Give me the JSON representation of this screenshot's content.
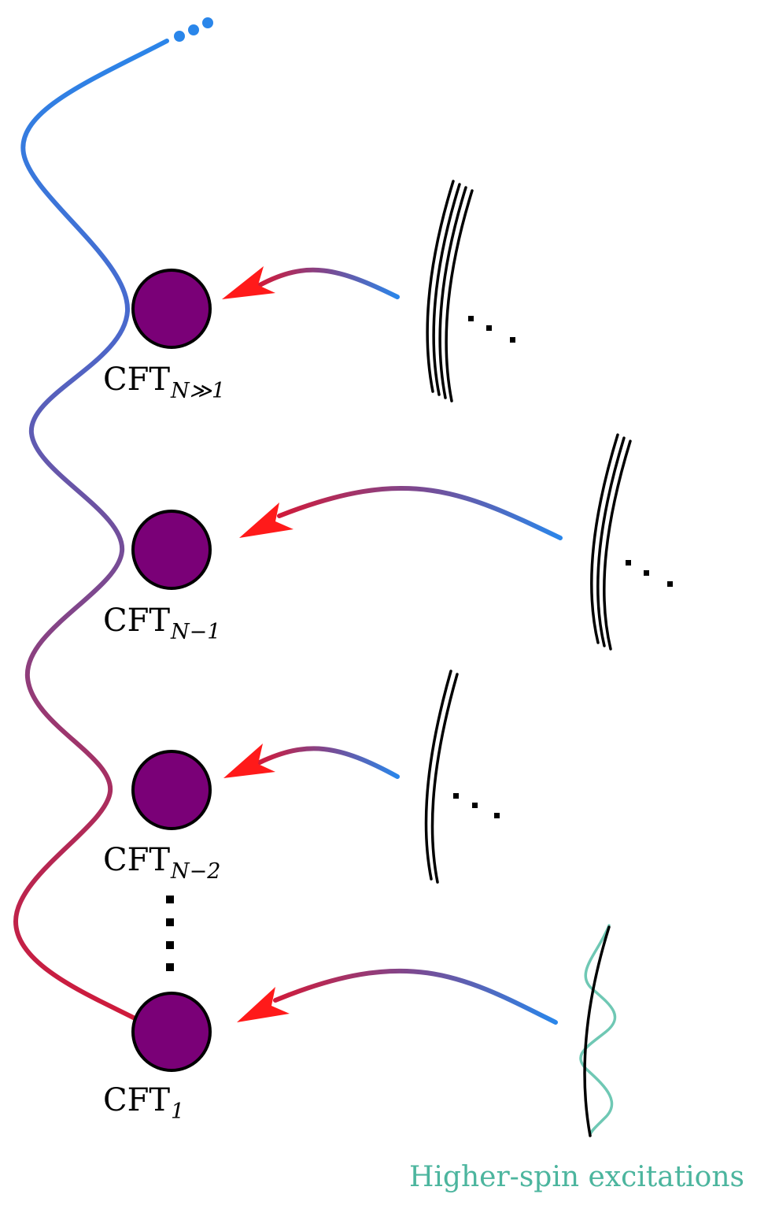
{
  "colors": {
    "node_fill": "#7a0077",
    "string_top": "#2a86ea",
    "string_bottom": "#d01a3a",
    "arrow_head": "#ff1a1a",
    "excitation": "#6fc8b4",
    "caption": "#4cb59e"
  },
  "nodes": [
    {
      "prefix": "CFT",
      "subscript": "N≫1"
    },
    {
      "prefix": "CFT",
      "subscript": "N−1"
    },
    {
      "prefix": "CFT",
      "subscript": "N−2"
    },
    {
      "prefix": "CFT",
      "subscript": "1"
    }
  ],
  "caption": "Higher-spin excitations"
}
